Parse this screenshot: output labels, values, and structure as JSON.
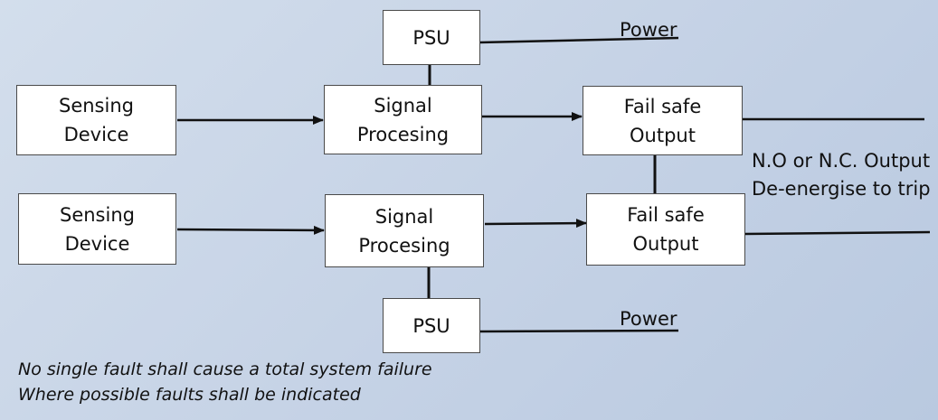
{
  "psu_top": {
    "label": "PSU",
    "power_label": "Power"
  },
  "channel_a": {
    "sensing": {
      "line1": "Sensing",
      "line2": "Device"
    },
    "processing": {
      "line1": "Signal",
      "line2": "Procesing"
    },
    "failsafe": {
      "line1": "Fail safe",
      "line2": "Output"
    }
  },
  "channel_b": {
    "sensing": {
      "line1": "Sensing",
      "line2": "Device"
    },
    "processing": {
      "line1": "Signal",
      "line2": "Procesing"
    },
    "failsafe": {
      "line1": "Fail safe",
      "line2": "Output"
    }
  },
  "psu_bottom": {
    "label": "PSU",
    "power_label": "Power"
  },
  "output_notes": {
    "line1": "N.O or N.C. Output",
    "line2": "De-energise to trip"
  },
  "footer_notes": [
    "No single fault shall cause a total system failure",
    "Where possible faults shall be indicated"
  ]
}
